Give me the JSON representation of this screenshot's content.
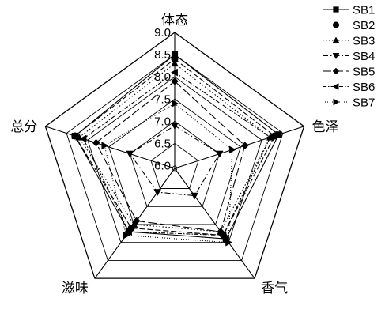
{
  "chart_data": {
    "type": "radar",
    "axes": [
      "体态",
      "色泽",
      "香气",
      "滋味",
      "总分"
    ],
    "rlim": [
      6.0,
      9.0
    ],
    "ticks": [
      "6.0",
      "6.5",
      "7.0",
      "7.5",
      "8.0",
      "8.5",
      "9.0"
    ],
    "grid": true,
    "legend": "top-right",
    "series": [
      {
        "name": "SB1",
        "marker": "square",
        "dash": "solid",
        "values": [
          8.5,
          8.4,
          7.9,
          7.7,
          8.3
        ]
      },
      {
        "name": "SB2",
        "marker": "circle",
        "dash": "dash",
        "values": [
          8.4,
          8.3,
          7.8,
          7.6,
          8.3
        ]
      },
      {
        "name": "SB3",
        "marker": "triangle-up",
        "dash": "dot",
        "values": [
          8.3,
          8.2,
          7.7,
          7.5,
          8.2
        ]
      },
      {
        "name": "SB4",
        "marker": "triangle-down",
        "dash": "dashdot",
        "values": [
          6.9,
          7.0,
          6.7,
          6.6,
          7.0
        ]
      },
      {
        "name": "SB5",
        "marker": "diamond",
        "dash": "longdash",
        "values": [
          7.9,
          7.6,
          7.7,
          7.4,
          7.8
        ]
      },
      {
        "name": "SB6",
        "marker": "triangle-left",
        "dash": "dashdot2",
        "values": [
          8.1,
          8.2,
          7.8,
          7.7,
          8.1
        ]
      },
      {
        "name": "SB7",
        "marker": "triangle-right",
        "dash": "dot2",
        "values": [
          7.4,
          7.3,
          8.0,
          7.8,
          7.6
        ]
      }
    ]
  }
}
